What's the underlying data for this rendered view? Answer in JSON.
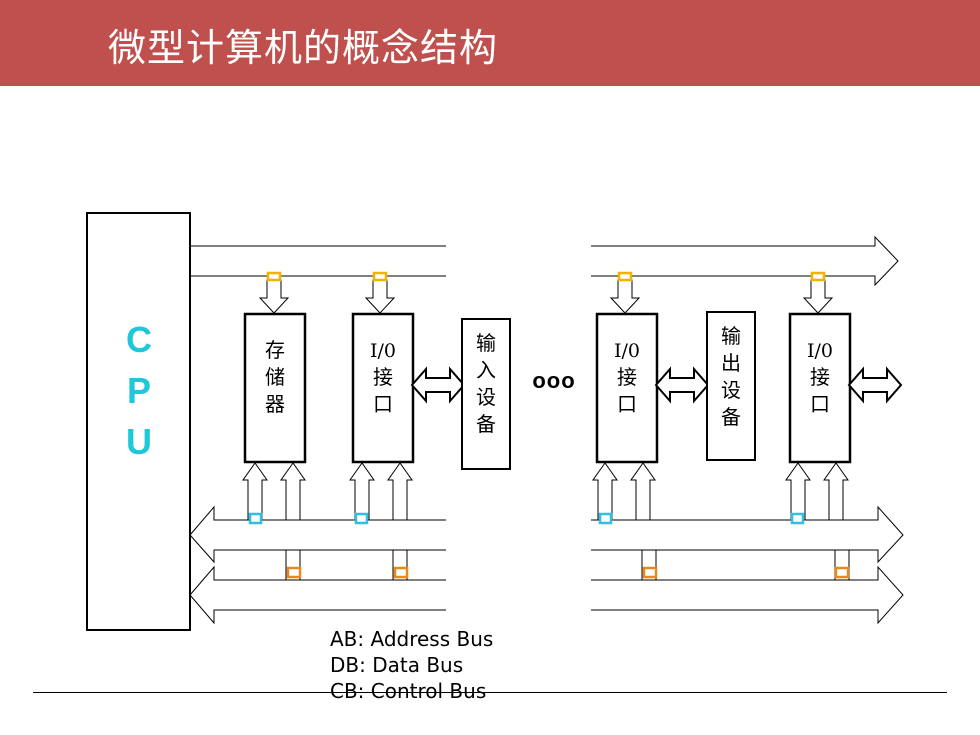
{
  "slide": {
    "title": "微型计算机的概念结构"
  },
  "diagram": {
    "cpu_label": [
      "C",
      "P",
      "U"
    ],
    "memory_label": [
      "存",
      "储",
      "器"
    ],
    "io_interface_label": [
      "I/0",
      "接",
      "口"
    ],
    "input_device_label": [
      "输",
      "入",
      "设",
      "备"
    ],
    "output_device_label": [
      "输",
      "出",
      "设",
      "备"
    ],
    "ellipsis": "ooo"
  },
  "legend": {
    "ab": "AB: Address Bus",
    "db": "DB: Data Bus",
    "cb": "CB: Control Bus"
  },
  "colors": {
    "header": "#c0504d",
    "cpu_text": "#1ec8d8",
    "address_marker": "#f0b400",
    "data_marker": "#33bde0",
    "control_marker": "#e88a1a"
  }
}
